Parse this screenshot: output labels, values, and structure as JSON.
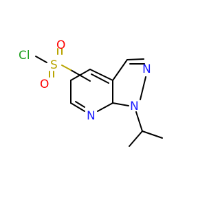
{
  "molecule": {
    "atoms": {
      "cl": "Cl",
      "s": "S",
      "o_top": "O",
      "o_bottom": "O",
      "n_pyridine": "N",
      "n1": "N",
      "n2": "N"
    },
    "colors": {
      "bond": "#000000",
      "chlorine": "#1fa01f",
      "sulfur": "#b8a400",
      "oxygen": "#ff0000",
      "nitrogen": "#1a1aff"
    }
  }
}
